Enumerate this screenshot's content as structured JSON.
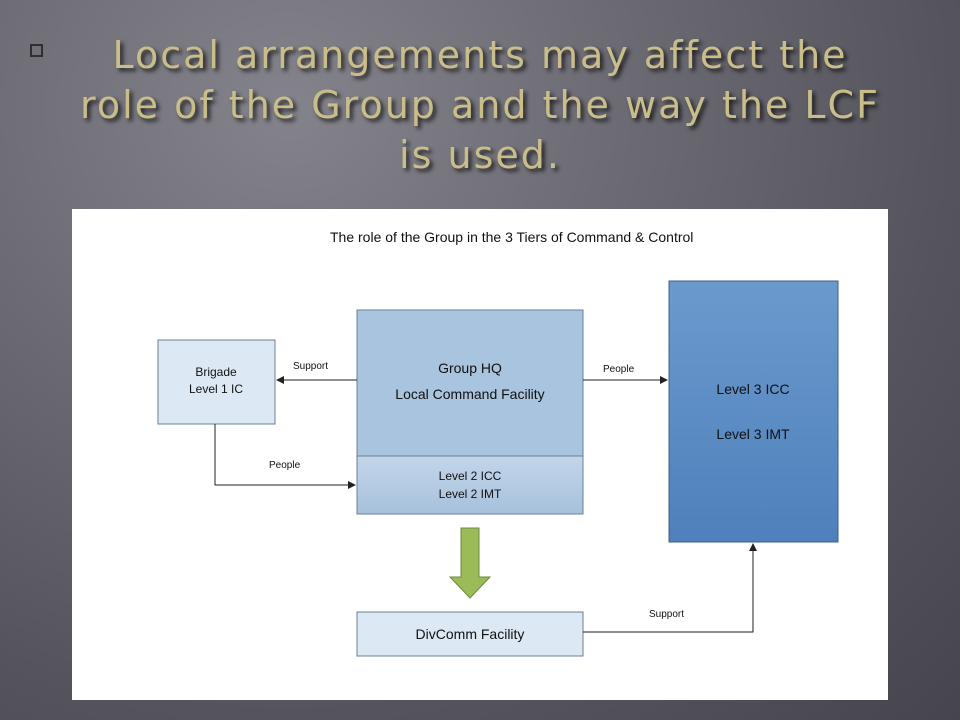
{
  "slide": {
    "title_lines": [
      "Local arrangements may affect the",
      "role of the Group and the way the LCF",
      "is used."
    ]
  },
  "diagram": {
    "title": "The role of the Group in the 3 Tiers of Command & Control",
    "nodes": {
      "brigade": {
        "lines": [
          "Brigade",
          "Level 1 IC"
        ]
      },
      "group_hq": {
        "lines": [
          "Group HQ",
          "Local Command Facility"
        ]
      },
      "level2": {
        "lines": [
          "Level 2 ICC",
          "Level 2 IMT"
        ]
      },
      "level3": {
        "lines": [
          "Level 3 ICC",
          "Level 3 IMT"
        ]
      },
      "divcomm": {
        "lines": [
          "DivComm Facility"
        ]
      }
    },
    "edges": {
      "group_to_brigade": "Support",
      "brigade_to_level2": "People",
      "group_to_level3": "People",
      "divcomm_to_level3": "Support"
    },
    "colors": {
      "light_box": "#dce8f3",
      "group_hq": "#a8c4de",
      "level2_top": "#c3d6ea",
      "level2_bottom": "#a6c1dc",
      "level3_top": "#6a9acd",
      "level3_bottom": "#4f80bb",
      "down_arrow": "#9bbb59",
      "box_border": "#6a7f93",
      "title_text": "#c9bd8a"
    }
  }
}
